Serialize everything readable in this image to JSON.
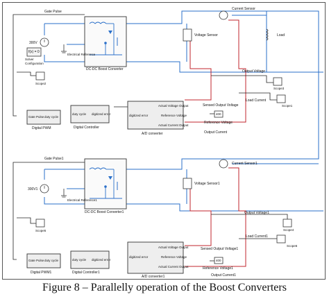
{
  "caption": "Figure 8 – Parallelly operation of the Boost Converters",
  "circuit_top": {
    "gate_pulse": "Gate Pulse",
    "source": "300V",
    "solver": "f(x) = 0",
    "solver_label": "Solver\nConfiguration",
    "electrical_ref": "Electrical Reference",
    "converter": "DC-DC Boost Converter",
    "current_sensor": "Current Sensor",
    "voltage_sensor": "Voltage Sensor",
    "load": "Load",
    "output_voltage": "Output Voltage",
    "scope2": "Scope2",
    "scope3": "Scope3",
    "scope1": "Scope1",
    "load_current": "Load Current",
    "sensed_output_voltage": "Sensed Output Voltage",
    "ref_value": "400",
    "reference_voltage": "Reference Voltage",
    "output_current": "Output Current",
    "ad_in1": "Actual Voltage Output",
    "ad_in2": "Reference Voltage",
    "ad_in3": "Actual Current Output",
    "ad_out": "digitized error",
    "ad_label": "A/D converter",
    "ctrl_in": "digitized error",
    "ctrl_out": "duty cycle",
    "ctrl_label": "Digital Controller",
    "pwm_in": "duty cycle",
    "pwm_out": "Gate Pulse",
    "pwm_label": "Digital PWM"
  },
  "circuit_bottom": {
    "gate_pulse": "Gate Pulse1",
    "source": "300V1",
    "electrical_ref": "Electrical Reference1",
    "converter": "DC-DC Boost Converter1",
    "current_sensor": "Current Sensor1",
    "voltage_sensor": "Voltage Sensor1",
    "output_voltage": "Output Voltage1",
    "scope5": "Scope5",
    "scope4": "Scope4",
    "scope6": "Scope6",
    "load_current": "Load Current1",
    "sensed_output_voltage": "Sensed Output Voltage1",
    "ref_value": "400",
    "reference_voltage": "Reference Voltage1",
    "output_current": "Output Current1",
    "ad_in1": "Actual Voltage Output",
    "ad_in2": "Reference Voltage",
    "ad_in3": "Actual Current Output",
    "ad_out": "digitized error",
    "ad_label": "A/D converter1",
    "ctrl_in": "digitized error",
    "ctrl_out": "duty cycle",
    "ctrl_label": "Digital Controller1",
    "pwm_in": "duty cycle",
    "pwm_out": "Gate Pulse",
    "pwm_label": "Digital PWM1"
  },
  "colors": {
    "electrical": "#2a6fc9",
    "signal": "#c0262d",
    "wire": "#222222"
  }
}
